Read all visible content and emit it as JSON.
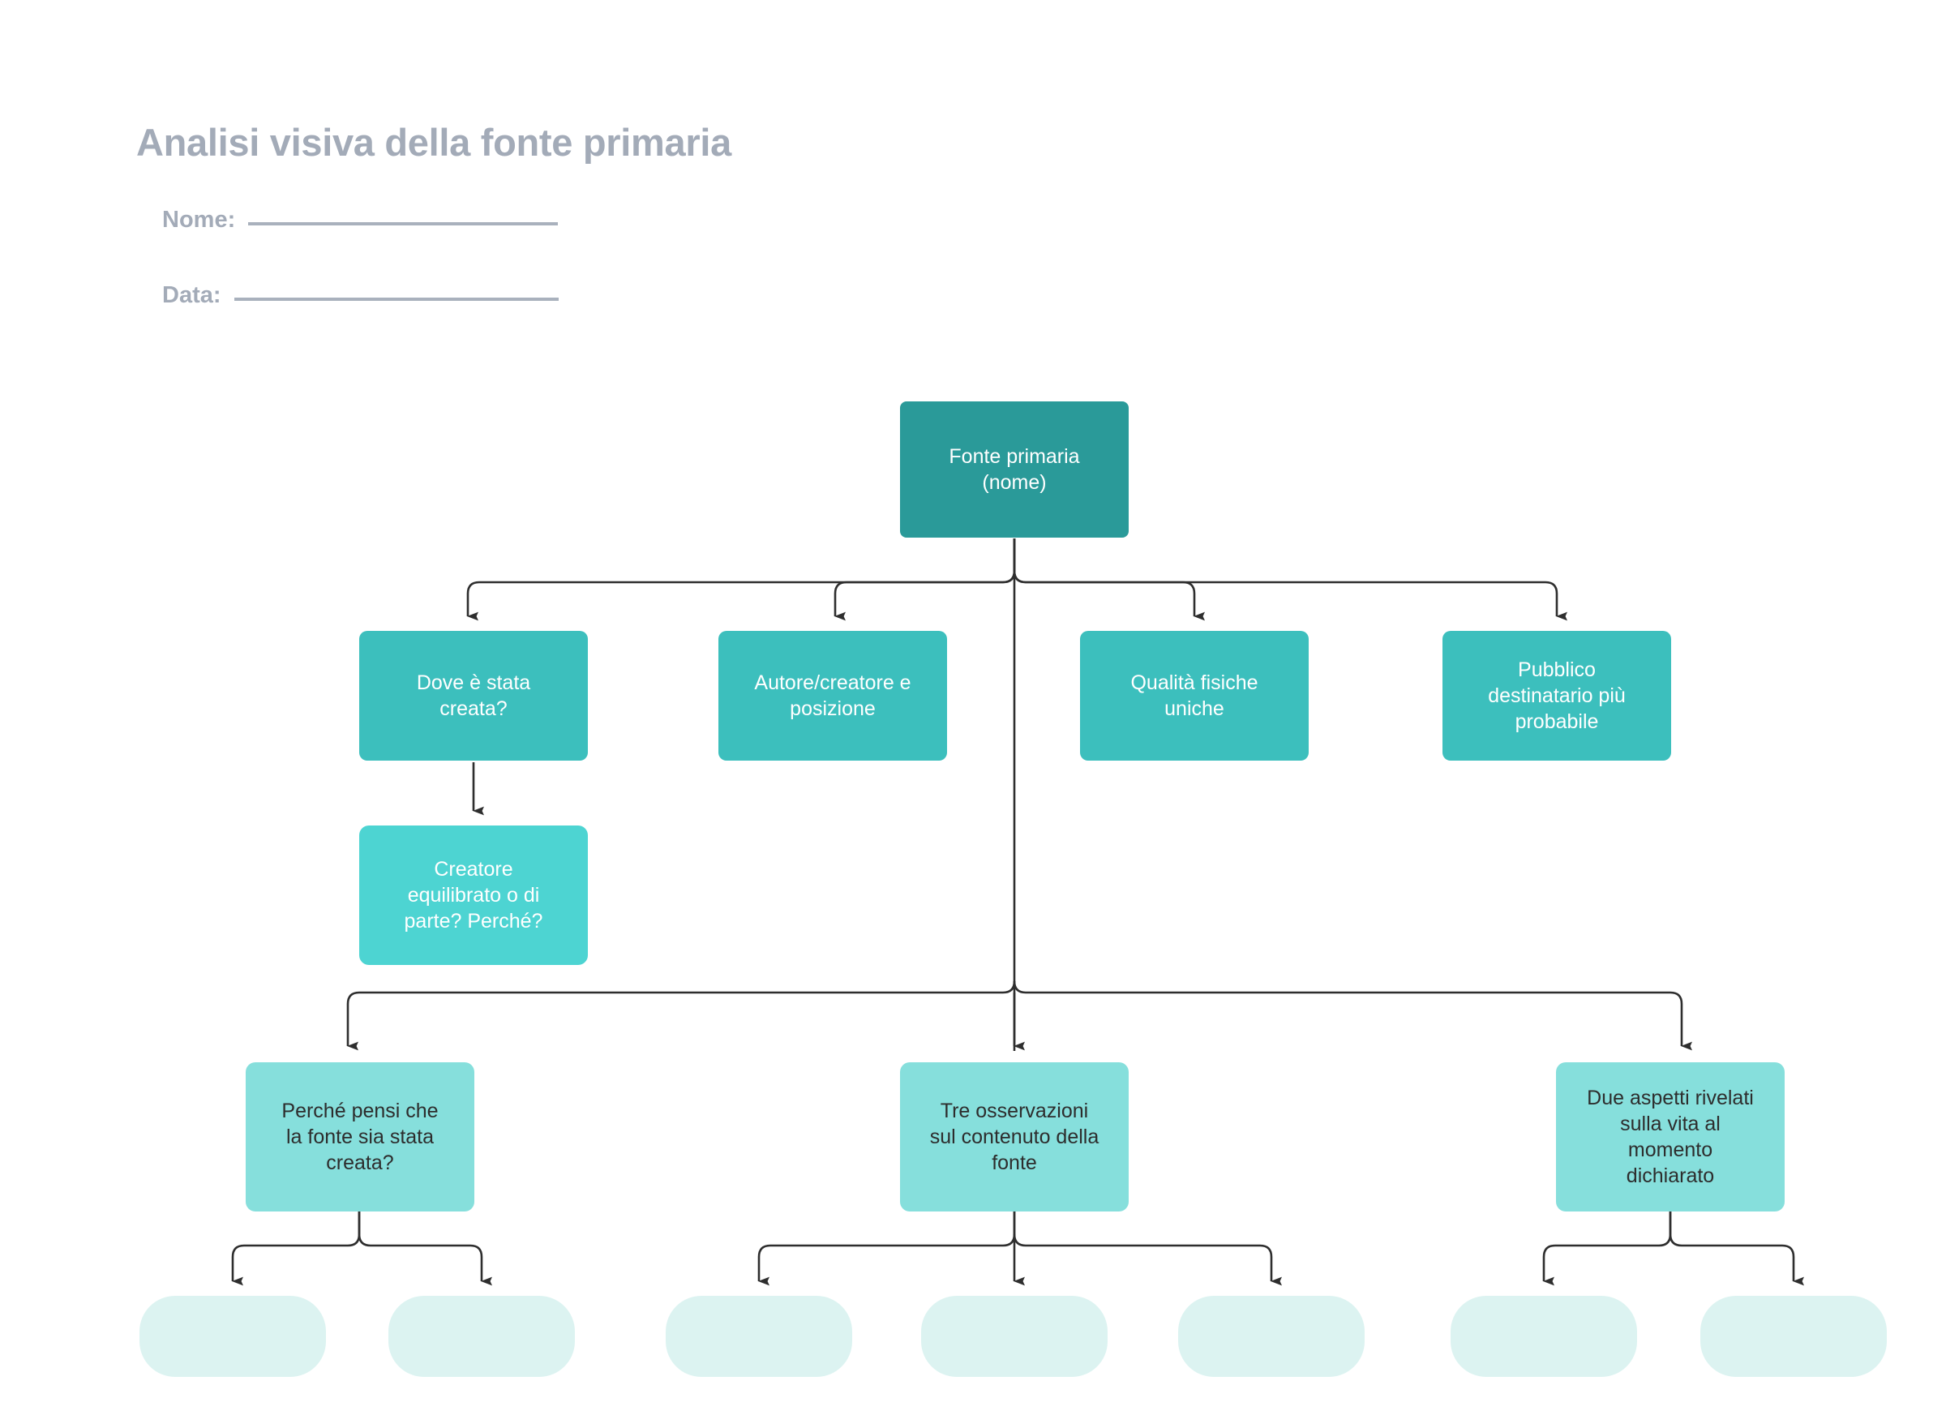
{
  "header": {
    "title": "Analisi visiva della fonte primaria",
    "fields": [
      {
        "label": "Nome:",
        "value": ""
      },
      {
        "label": "Data:",
        "value": ""
      }
    ]
  },
  "colors": {
    "title_gray": "#a3abb8",
    "rule_gray": "#a9b1bd",
    "root_teal": "#2a9a99",
    "level2_teal": "#3cbfbd",
    "level2b_teal": "#4dd4d2",
    "level3_aqua": "#86dfdc",
    "leaf_pale": "#dcf3f1",
    "connector": "#2e2e2e",
    "text_light": "#ffffff",
    "text_dark": "#2d2d2d",
    "background": "#ffffff"
  },
  "diagram": {
    "type": "tree",
    "root": {
      "id": "root",
      "label": "Fonte primaria\n(nome)"
    },
    "level2": [
      {
        "id": "n1",
        "label": "Dove è stata\ncreata?"
      },
      {
        "id": "n2",
        "label": "Autore/creatore e\nposizione"
      },
      {
        "id": "n3",
        "label": "Qualità fisiche\nuniche"
      },
      {
        "id": "n4",
        "label": "Pubblico\ndestinatario più\nprobabile"
      }
    ],
    "level2_child": [
      {
        "id": "n1a",
        "label": "Creatore\nequilibrato o di\nparte? Perché?",
        "parent": "n1"
      }
    ],
    "level3": [
      {
        "id": "m1",
        "label": "Perché pensi che\nla fonte sia stata\ncreata?",
        "parent": "root"
      },
      {
        "id": "m2",
        "label": "Tre osservazioni\nsul contenuto della\nfonte",
        "parent": "root"
      },
      {
        "id": "m3",
        "label": "Due aspetti rivelati\nsulla vita al\nmomento\ndichiarato",
        "parent": "root"
      }
    ],
    "leaves": [
      {
        "id": "l1",
        "label": "",
        "parent": "m1"
      },
      {
        "id": "l2",
        "label": "",
        "parent": "m1"
      },
      {
        "id": "l3",
        "label": "",
        "parent": "m2"
      },
      {
        "id": "l4",
        "label": "",
        "parent": "m2"
      },
      {
        "id": "l5",
        "label": "",
        "parent": "m2"
      },
      {
        "id": "l6",
        "label": "",
        "parent": "m3"
      },
      {
        "id": "l7",
        "label": "",
        "parent": "m3"
      }
    ]
  }
}
